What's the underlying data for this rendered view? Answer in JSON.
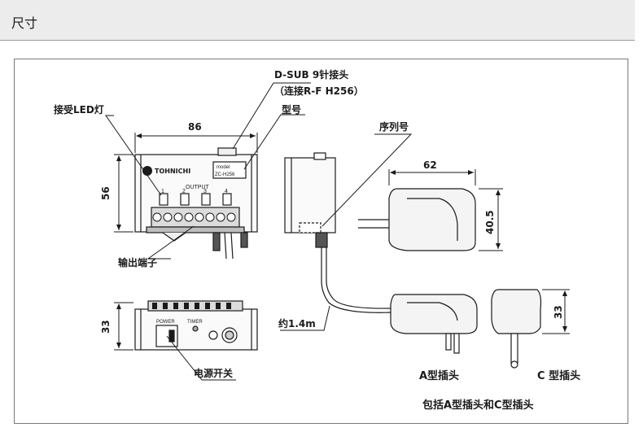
{
  "header": {
    "title": "尺寸"
  },
  "labels": {
    "dsub_line1": "D-SUB 9针接头",
    "dsub_line2": "（连接R-F H256）",
    "model": "型号",
    "led": "接受LED灯",
    "width_86": "86",
    "height_56": "56",
    "output": "OUTPUT",
    "brand": "TOHNICHI",
    "model_plate": "model",
    "model_value": "ZC-H256",
    "terminal": "输出端子",
    "serial": "序列号",
    "width_62": "62",
    "height_40_5": "40.5",
    "cable": "约1.4m",
    "height_33_left": "33",
    "height_33_right": "33",
    "power": "POWER",
    "timer": "TIMER",
    "switch": "电源开关",
    "plug_a": "A型插头",
    "plug_c": "C 型插头",
    "included": "包括A型插头和C型插头",
    "ch1": "1",
    "ch2": "2",
    "ch3": "3",
    "ch4": "4"
  }
}
